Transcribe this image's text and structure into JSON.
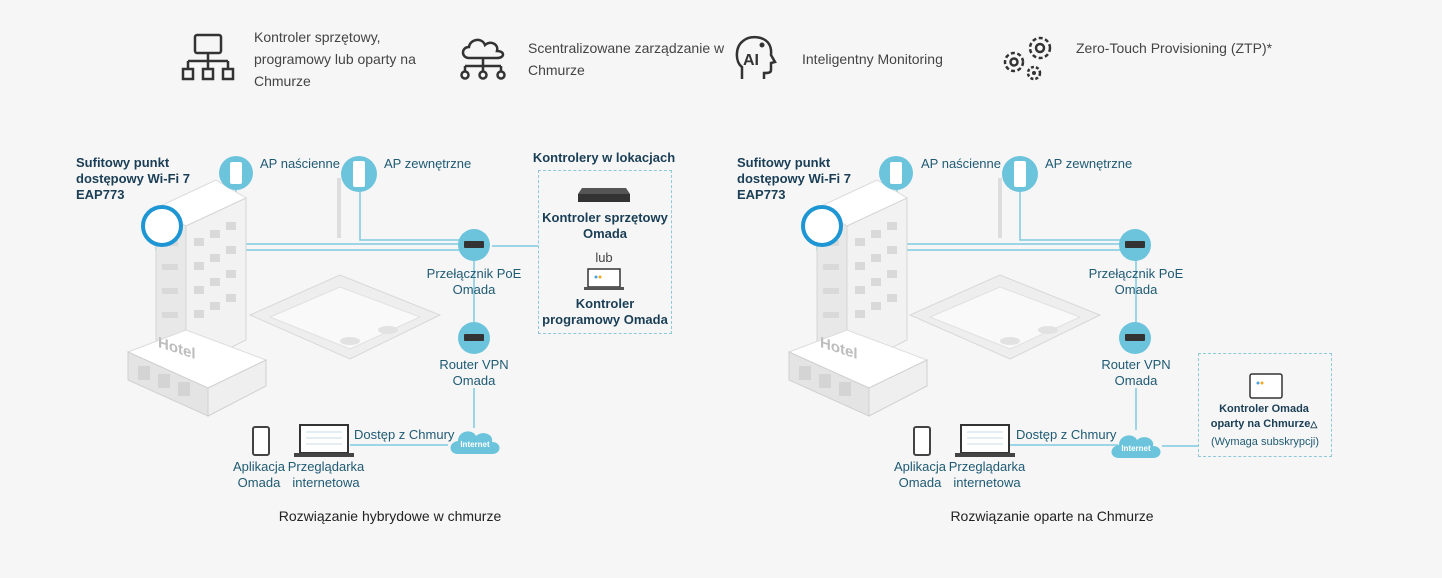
{
  "features": [
    {
      "icon": "network-hierarchy-icon",
      "text": "Kontroler sprzętowy, programowy lub oparty na Chmurze"
    },
    {
      "icon": "cloud-network-icon",
      "text": "Scentralizowane zarządzanie w Chmurze"
    },
    {
      "icon": "ai-head-icon",
      "text": "Inteligentny Monitoring"
    },
    {
      "icon": "gears-icon",
      "text": "Zero-Touch Provisioning (ZTP)*"
    }
  ],
  "hybrid": {
    "ceiling_ap": "Sufitowy punkt dostępowy Wi-Fi 7 EAP773",
    "wall_ap": "AP naścienne",
    "outdoor_ap": "AP zewnętrzne",
    "controllers_title": "Kontrolery w lokacjach",
    "hw_controller": "Kontroler sprzętowy Omada",
    "or": "lub",
    "sw_controller": "Kontroler programowy Omada",
    "switch": "Przełącznik PoE Omada",
    "router": "Router VPN Omada",
    "cloud_access": "Dostęp z Chmury",
    "internet": "Internet",
    "hotel_sign": "Hotel",
    "app": "Aplikacja Omada",
    "browser": "Przeglądarka internetowa",
    "caption": "Rozwiązanie hybrydowe w chmurze"
  },
  "cloud": {
    "ceiling_ap": "Sufitowy punkt dostępowy Wi-Fi 7 EAP773",
    "wall_ap": "AP naścienne",
    "outdoor_ap": "AP zewnętrzne",
    "switch": "Przełącznik PoE Omada",
    "router": "Router VPN Omada",
    "cloud_access": "Dostęp z Chmury",
    "internet": "Internet",
    "hotel_sign": "Hotel",
    "cloud_controller": "Kontroler Omada oparty na Chmurze",
    "triangle": "△",
    "subscription": "(Wymaga subskrypcji)",
    "app": "Aplikacja Omada",
    "browser": "Przeglądarka internetowa",
    "caption": "Rozwiązanie oparte na Chmurze"
  },
  "colors": {
    "accent": "#6cc4dc",
    "line": "#7fcbe0",
    "text_blue": "#1f5a73",
    "ring": "#1e96d4"
  }
}
